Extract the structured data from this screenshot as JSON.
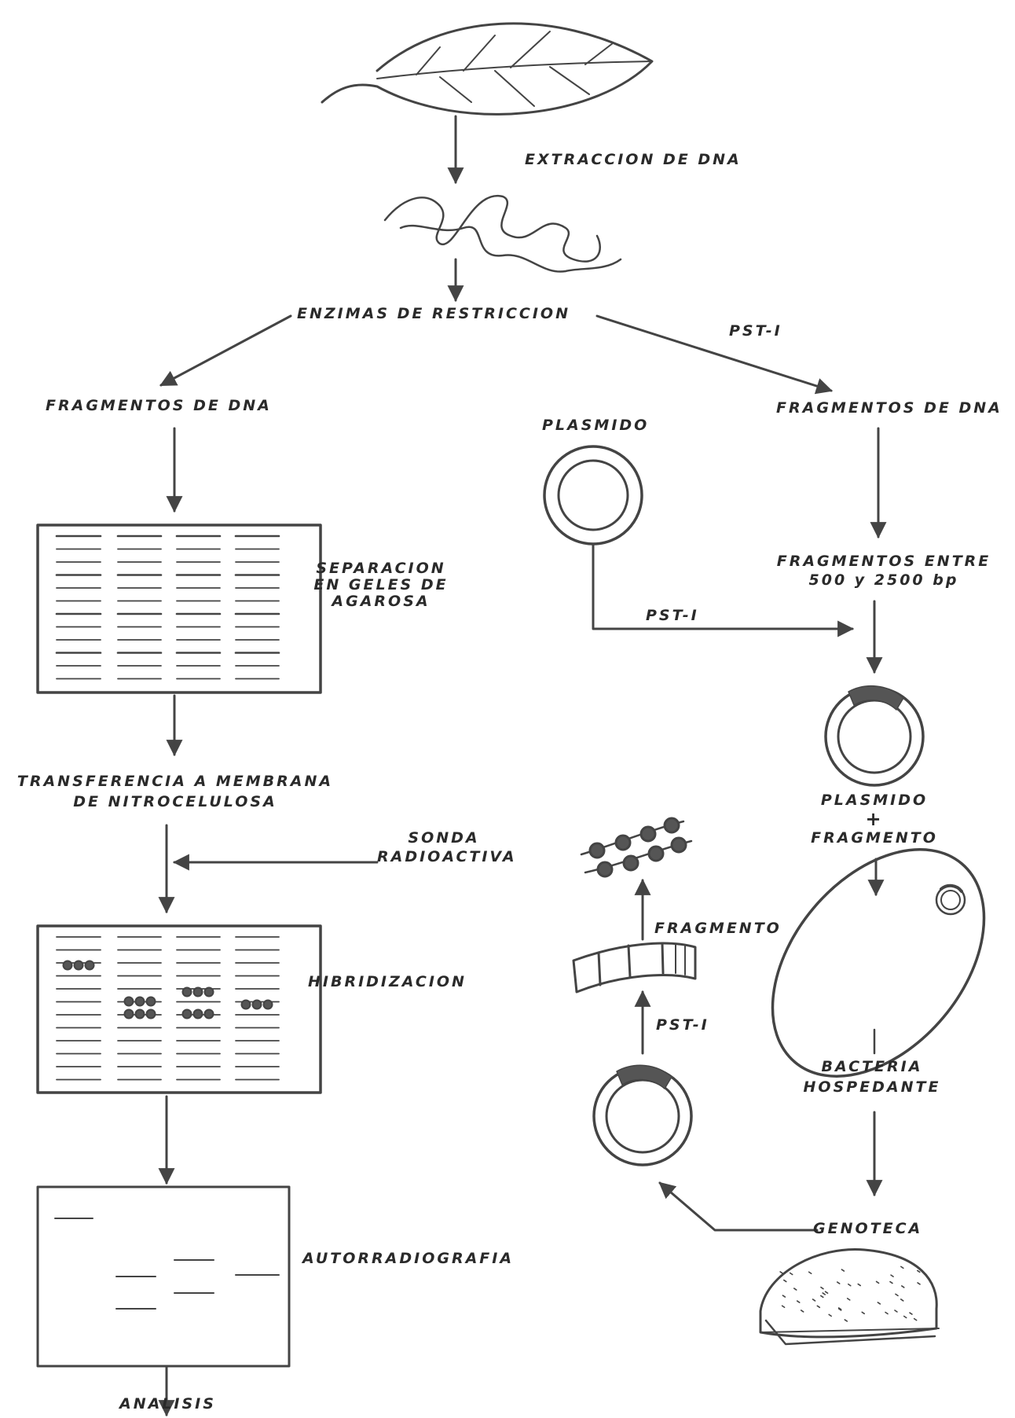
{
  "labels": {
    "extraccion": "EXTRACCION DE DNA",
    "enzimas": "ENZIMAS DE RESTRICCION",
    "pst1_top": "PST-I",
    "fragmentos_left": "FRAGMENTOS DE DNA",
    "fragmentos_right": "FRAGMENTOS DE DNA",
    "plasmido_top": "PLASMIDO",
    "separacion": [
      "SEPARACION",
      "EN GELES DE",
      "AGAROSA"
    ],
    "fragmentos_entre": [
      "FRAGMENTOS ENTRE",
      "500 y 2500 bp"
    ],
    "pst1_mid": "PST-I",
    "transferencia": [
      "TRANSFERENCIA A MEMBRANA",
      "DE NITROCELULOSA"
    ],
    "plasmido_plus": "PLASMIDO",
    "plus": "+",
    "fragmento_right": "FRAGMENTO",
    "sonda": [
      "SONDA",
      "RADIOACTIVA"
    ],
    "fragmento_mid": "FRAGMENTO",
    "hibridizacion": "HIBRIDIZACION",
    "pst1_low": "PST-I",
    "bacteria": [
      "BACTERIA",
      "HOSPEDANTE"
    ],
    "autorradiografia": "AUTORRADIOGRAFIA",
    "genoteca": "GENOTECA",
    "analisis": "ANALISIS"
  }
}
